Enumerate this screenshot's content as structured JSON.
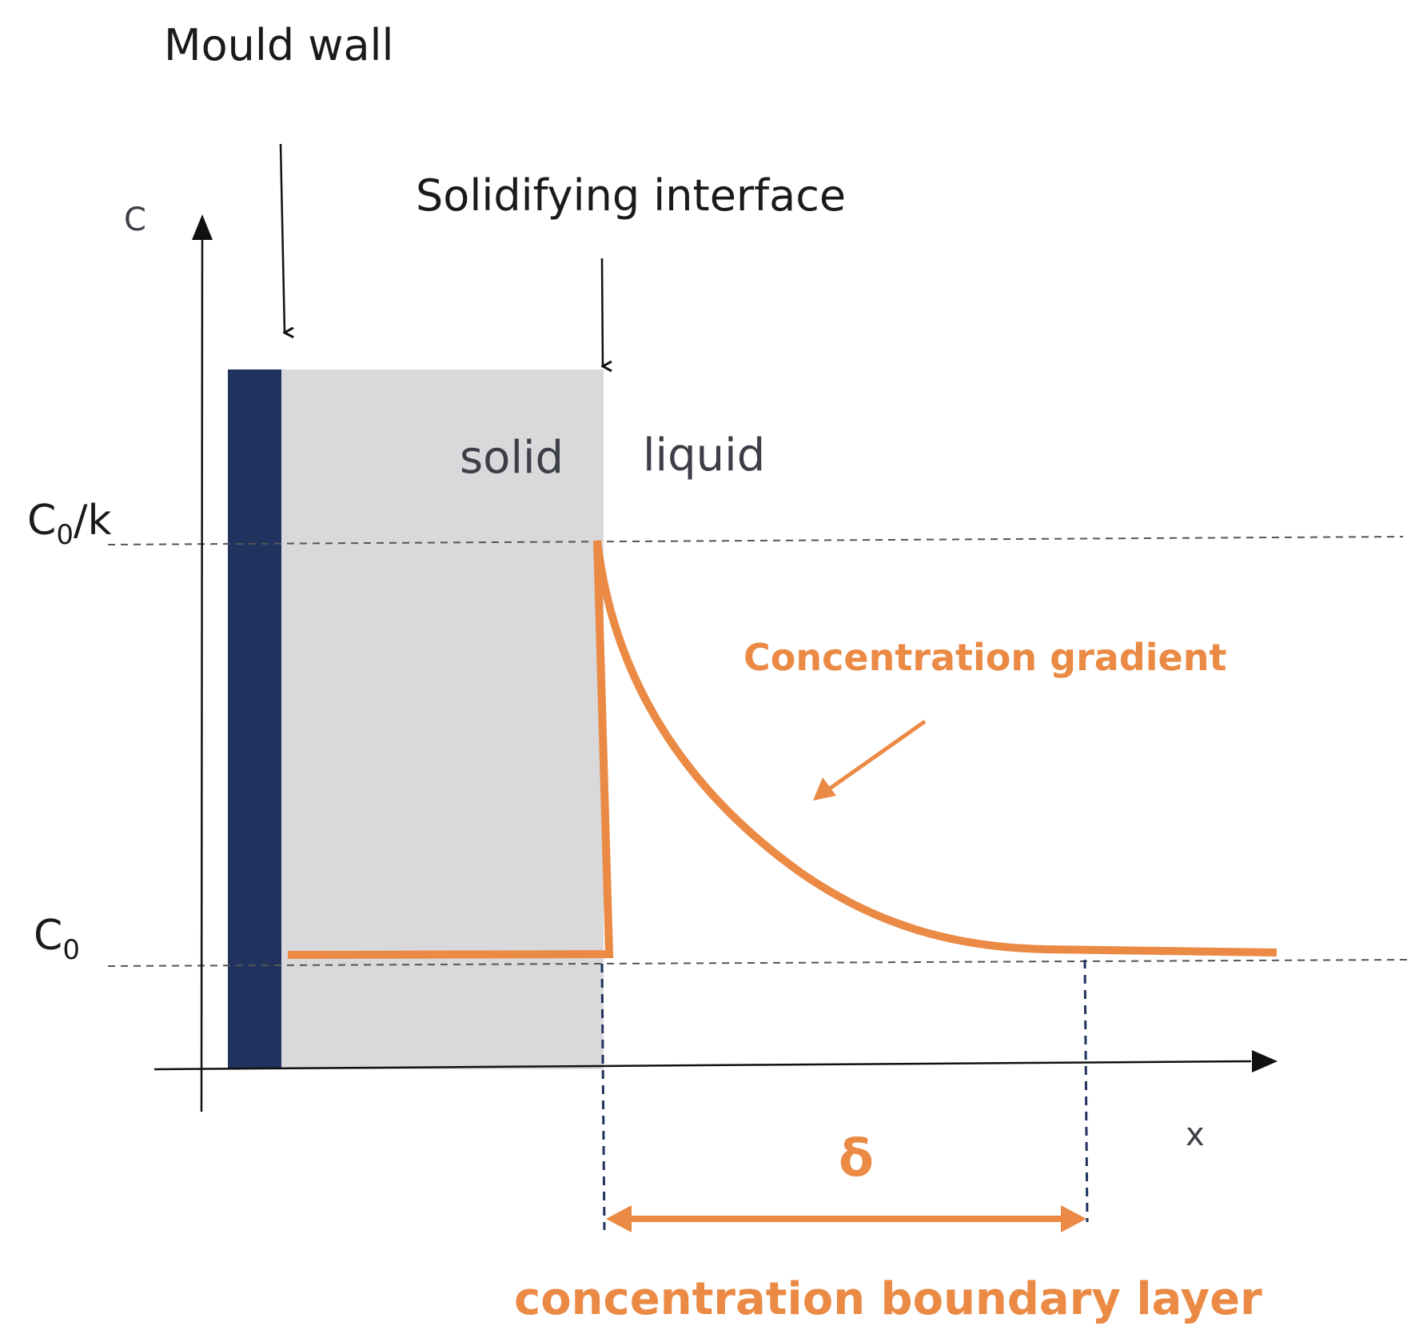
{
  "labels": {
    "mould_wall": "Mould wall",
    "solidifying_interface": "Solidifying interface",
    "axis_y": "C",
    "axis_x": "x",
    "solid": "solid",
    "liquid": "liquid",
    "c0_over_k_main": "C",
    "c0_over_k_sub": "0",
    "c0_over_k_tail": "/k",
    "c0_main": "C",
    "c0_sub": "0",
    "concentration_gradient": "Concentration gradient",
    "delta": "δ",
    "boundary_layer": "concentration boundary layer"
  },
  "colors": {
    "mould_wall": "#20335f",
    "solid_region": "#d9d9db",
    "profile": "#ea8a45",
    "axis": "#111111",
    "guide_lines": "#555555"
  }
}
